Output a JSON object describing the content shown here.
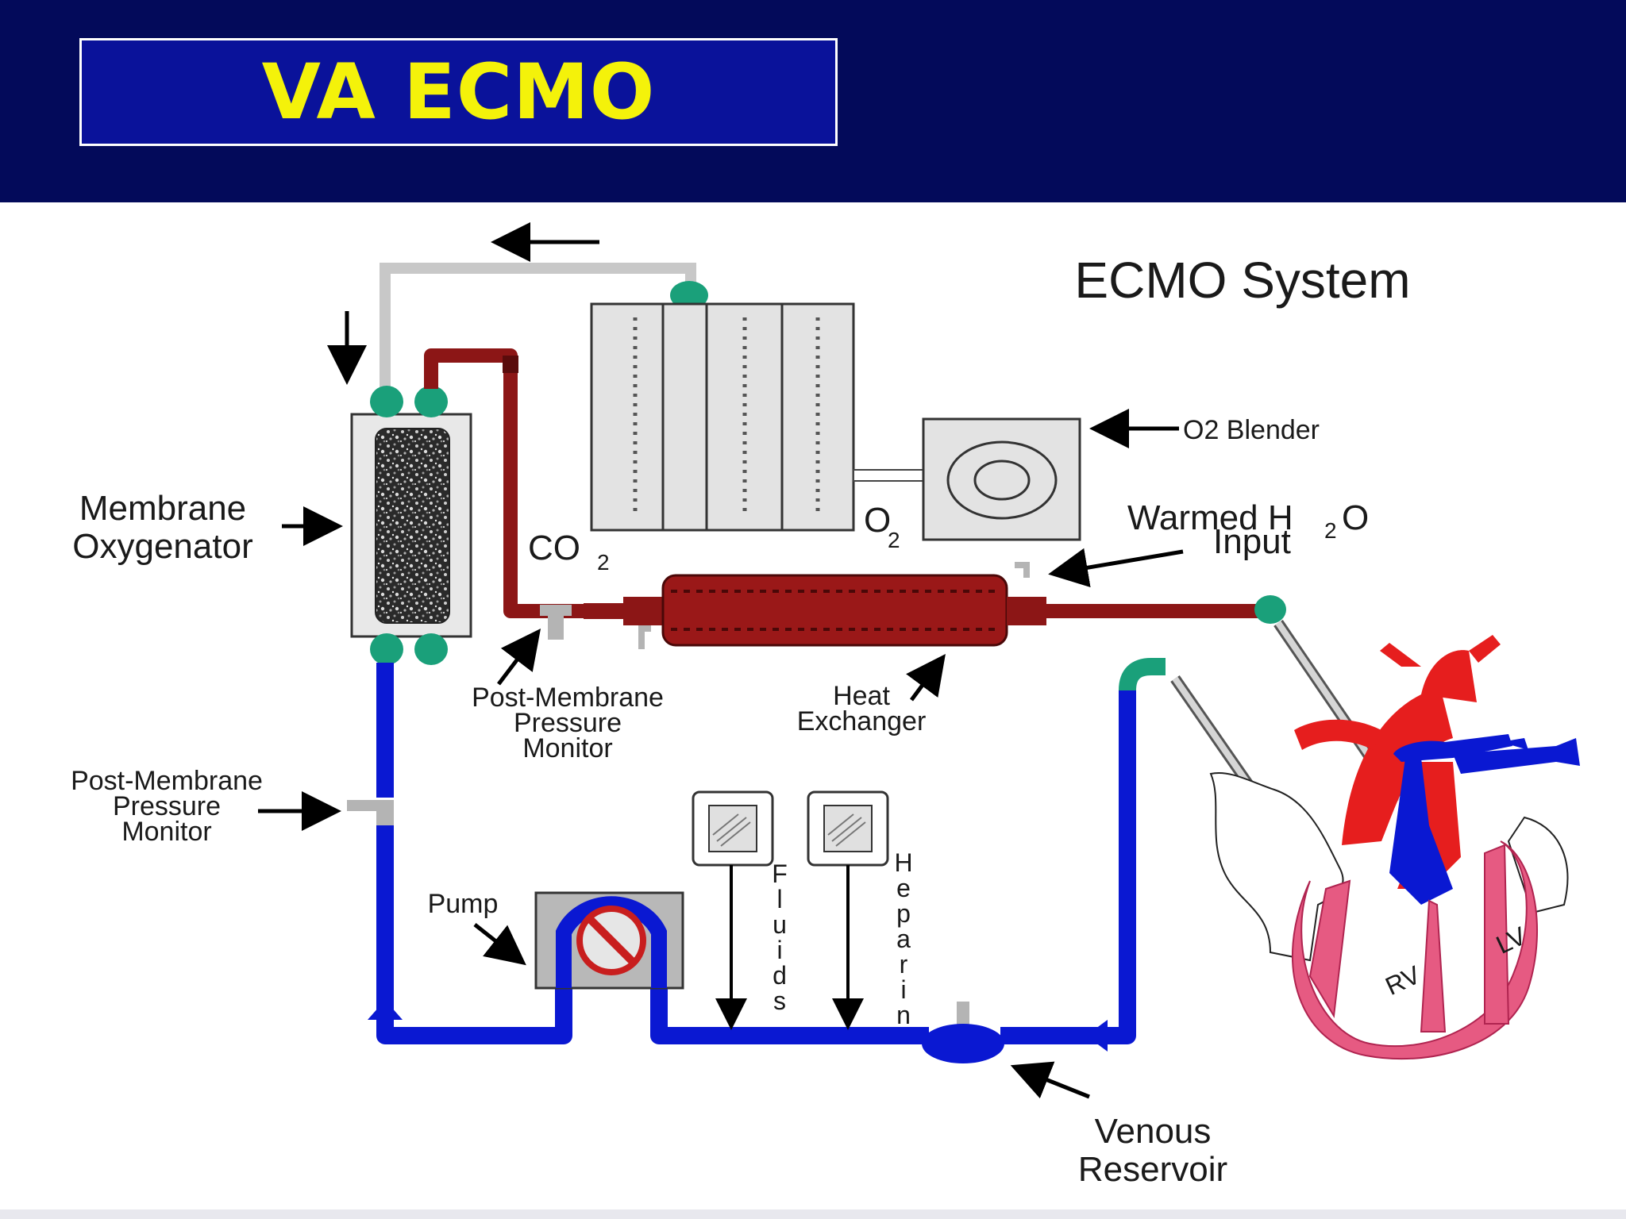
{
  "title": "VA ECMO",
  "diagram_title": "ECMO System",
  "labels": {
    "o2_blender": "O2 Blender",
    "membrane_line1": "Membrane",
    "membrane_line2": "Oxygenator",
    "co2_main": "CO",
    "co2_sub": "2",
    "o2_main": "O",
    "o2_sub": "2",
    "warmed_line1_a": "Warmed H",
    "warmed_line1_sub": "2",
    "warmed_line1_b": "O",
    "warmed_line2": "Input",
    "pmpm_top_1": "Post-Membrane",
    "pmpm_top_2": "Pressure",
    "pmpm_top_3": "Monitor",
    "heat_1": "Heat",
    "heat_2": "Exchanger",
    "pmpm_left_1": "Post-Membrane",
    "pmpm_left_2": "Pressure",
    "pmpm_left_3": "Monitor",
    "pump": "Pump",
    "fluids": "Fluids",
    "heparin": "Heparin",
    "venous_1": "Venous",
    "venous_2": "Reservoir",
    "rv": "RV",
    "lv": "LV"
  },
  "colors": {
    "header": "#030a5a",
    "title_box": "#0a129a",
    "title_text": "#f4f20a",
    "venous_line": "#0a18d2",
    "arterial_line": "#8c1616",
    "connector": "#1aa07a",
    "gas_line": "#c8c8c8",
    "heart_red": "#e61e1e",
    "heart_blue": "#0a18d2",
    "heart_pink": "#e65a82"
  }
}
